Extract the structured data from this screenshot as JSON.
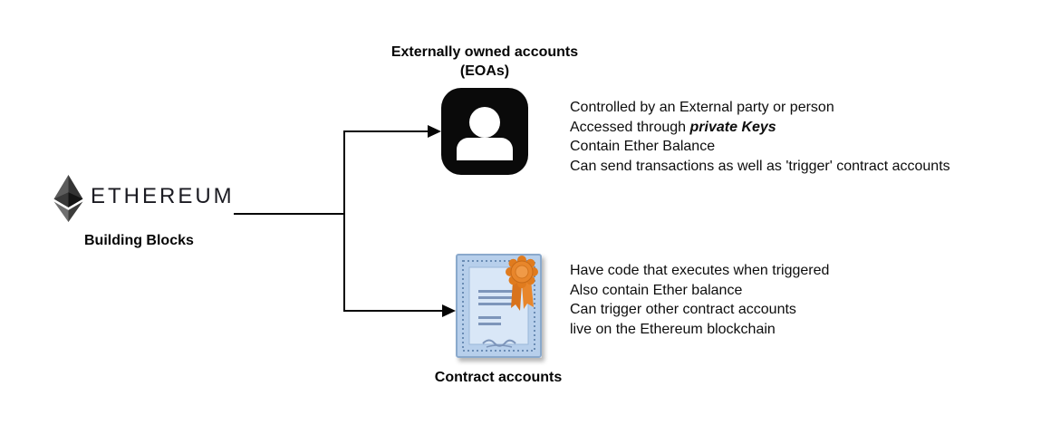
{
  "brand": {
    "wordmark": "ETHEREUM",
    "subtitle": "Building Blocks",
    "logo_icon": "ethereum-diamond-icon"
  },
  "eoa": {
    "title_line1": "Externally owned accounts",
    "title_line2": "(EOAs)",
    "icon": "person-icon",
    "line1": "Controlled by an External party or person",
    "line2_prefix": "Accessed through ",
    "line2_emphasis": "private Keys",
    "line3": "Contain Ether Balance",
    "line4": "Can send transactions as well as 'trigger' contract accounts"
  },
  "contract": {
    "label": "Contract accounts",
    "icon": "certificate-icon",
    "line1": "Have code that executes when triggered",
    "line2": "Also contain Ether balance",
    "line3": "Can trigger other contract accounts",
    "line4": "live on the Ethereum blockchain"
  },
  "colors": {
    "line": "#050505",
    "eoa_icon_bg": "#0a0a0a",
    "eoa_icon_fg": "#ffffff",
    "cert_bg": "#b7cfeb",
    "cert_border": "#8aa9cc",
    "cert_inner": "#d9e7f7",
    "cert_lines": "#7d95ba",
    "ribbon_orange": "#e8862b",
    "ribbon_orange_dark": "#cf6e18"
  }
}
